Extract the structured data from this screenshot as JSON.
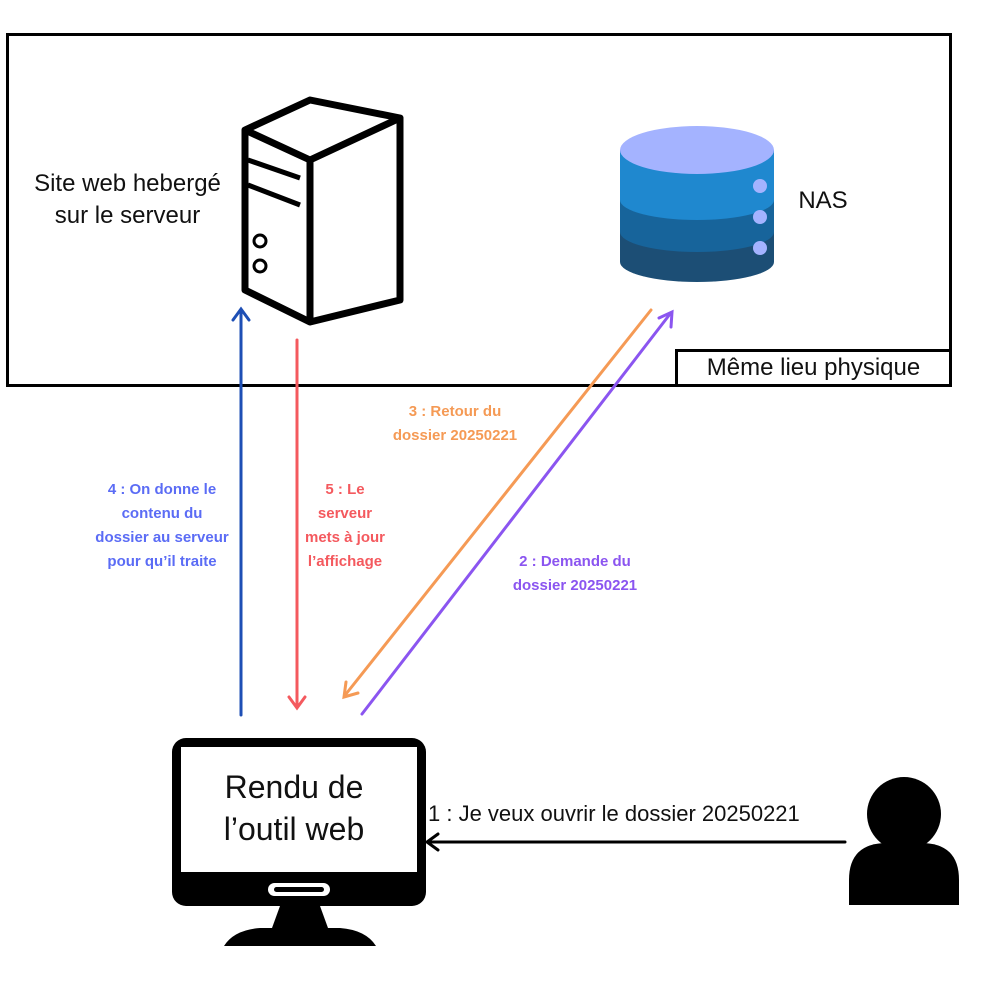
{
  "zone": {
    "label": "Même lieu physique"
  },
  "server": {
    "label_line1": "Site web hebergé",
    "label_line2": "sur le serveur"
  },
  "nas": {
    "label": "NAS"
  },
  "monitor": {
    "line1": "Rendu de",
    "line2": "l’outil web"
  },
  "steps": {
    "s1": {
      "line1": "1 : Je veux ouvrir le dossier 20250221",
      "color": "#000000"
    },
    "s2": {
      "line1": "2 : Demande du",
      "line2": "dossier 20250221",
      "color": "#8b55f0"
    },
    "s3": {
      "line1": "3 : Retour du",
      "line2": "dossier 20250221",
      "color": "#f59a55"
    },
    "s4": {
      "line1": "4 : On donne le",
      "line2": "contenu du",
      "line3": "dossier au serveur",
      "line4": "pour qu’il traite",
      "color": "#5b6cf5"
    },
    "s5": {
      "line1": "5 : Le",
      "line2": "serveur",
      "line3": "mets à jour",
      "line4": "l’affichage",
      "color": "#f4595e"
    }
  }
}
